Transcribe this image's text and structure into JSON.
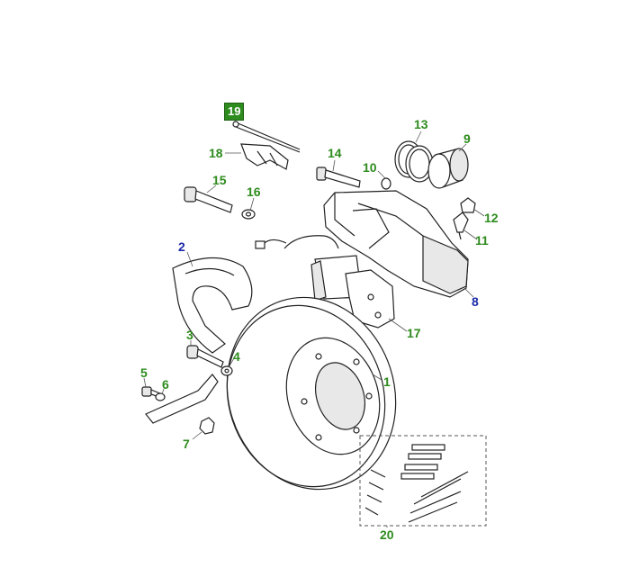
{
  "diagram": {
    "colors": {
      "callout_green": "#2e8b1e",
      "callout_blue": "#1c2aa8",
      "highlight_box": "#2e8b1e",
      "line_art": "#222222"
    },
    "callouts": [
      {
        "id": "1",
        "label": "1",
        "color": "green",
        "highlighted": false
      },
      {
        "id": "2",
        "label": "2",
        "color": "blue",
        "highlighted": false
      },
      {
        "id": "3",
        "label": "3",
        "color": "green",
        "highlighted": false
      },
      {
        "id": "4",
        "label": "4",
        "color": "green",
        "highlighted": false
      },
      {
        "id": "5",
        "label": "5",
        "color": "green",
        "highlighted": false
      },
      {
        "id": "6",
        "label": "6",
        "color": "green",
        "highlighted": false
      },
      {
        "id": "7",
        "label": "7",
        "color": "green",
        "highlighted": false
      },
      {
        "id": "8",
        "label": "8",
        "color": "blue",
        "highlighted": false
      },
      {
        "id": "9",
        "label": "9",
        "color": "green",
        "highlighted": false
      },
      {
        "id": "10",
        "label": "10",
        "color": "green",
        "highlighted": false
      },
      {
        "id": "11",
        "label": "11",
        "color": "green",
        "highlighted": false
      },
      {
        "id": "12",
        "label": "12",
        "color": "green",
        "highlighted": false
      },
      {
        "id": "13",
        "label": "13",
        "color": "green",
        "highlighted": false
      },
      {
        "id": "14",
        "label": "14",
        "color": "green",
        "highlighted": false
      },
      {
        "id": "15",
        "label": "15",
        "color": "green",
        "highlighted": false
      },
      {
        "id": "16",
        "label": "16",
        "color": "green",
        "highlighted": false
      },
      {
        "id": "17",
        "label": "17",
        "color": "green",
        "highlighted": false
      },
      {
        "id": "18",
        "label": "18",
        "color": "green",
        "highlighted": false
      },
      {
        "id": "19",
        "label": "19",
        "color": "white",
        "highlighted": true
      },
      {
        "id": "20",
        "label": "20",
        "color": "green",
        "highlighted": false
      }
    ]
  }
}
